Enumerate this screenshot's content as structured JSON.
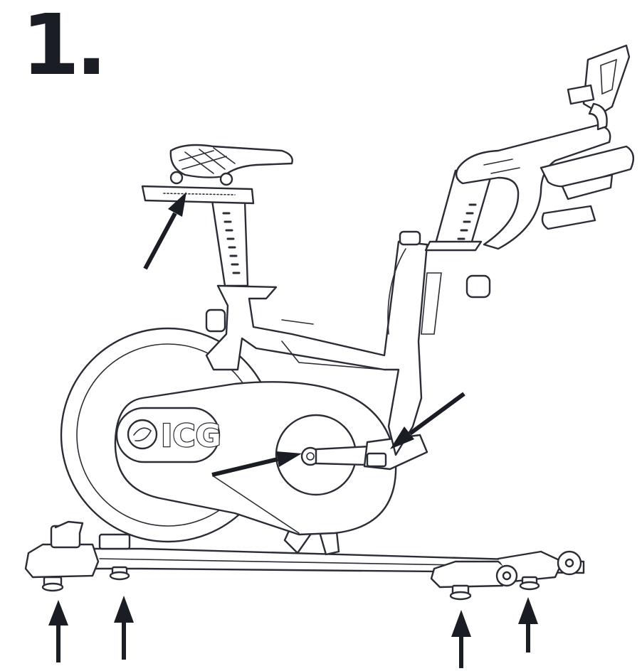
{
  "step": {
    "number": "1."
  },
  "bike": {
    "logo_text": "ICG"
  },
  "colors": {
    "ink": "#1b1d24",
    "line": "#2a2d35",
    "background": "#ffffff"
  },
  "arrows": [
    {
      "name": "arrow-seat-slider",
      "target": "seat-slider"
    },
    {
      "name": "arrow-crank-axle",
      "target": "crank-axle"
    },
    {
      "name": "arrow-pedal",
      "target": "pedal"
    },
    {
      "name": "arrow-front-foot-left",
      "target": "leveling-foot"
    },
    {
      "name": "arrow-front-foot-right",
      "target": "leveling-foot"
    },
    {
      "name": "arrow-rear-foot-left",
      "target": "leveling-foot"
    },
    {
      "name": "arrow-rear-foot-right",
      "target": "leveling-foot"
    }
  ]
}
